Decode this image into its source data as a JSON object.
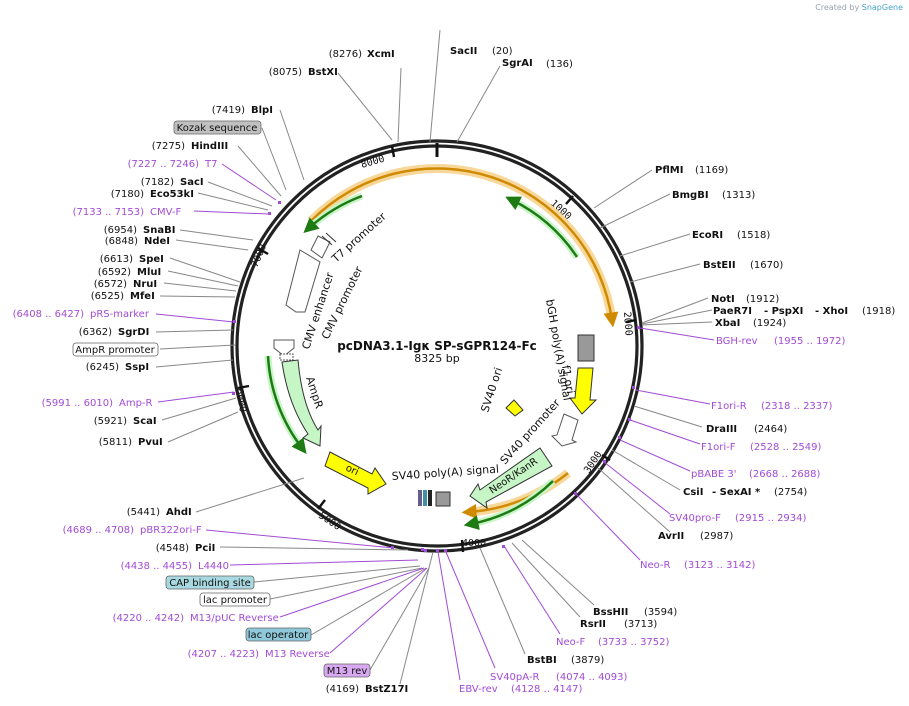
{
  "plasmid": {
    "name": "pcDNA3.1-Igκ SP-sGPR124-Fc",
    "size_label": "8325 bp",
    "length": 8325,
    "credit_prefix": "Created by",
    "credit_brand": "SnapGene"
  },
  "ruler": [
    "1000",
    "2000",
    "3000",
    "4000",
    "5000",
    "6000",
    "7000",
    "8000"
  ],
  "features": [
    {
      "label": "CMV enhancer",
      "type": "enhancer",
      "color": "#ffffff"
    },
    {
      "label": "CMV promoter",
      "type": "promoter",
      "color": "#ffffff"
    },
    {
      "label": "T7 promoter",
      "type": "promoter",
      "color": "#ffffff"
    },
    {
      "label": "bGH poly(A) signal",
      "type": "polyA",
      "color": "#999999"
    },
    {
      "label": "f1 ori",
      "type": "ori",
      "color": "#ffff00"
    },
    {
      "label": "SV40 promoter",
      "type": "promoter",
      "color": "#ffffff"
    },
    {
      "label": "SV40 ori",
      "type": "ori",
      "color": "#ffff00"
    },
    {
      "label": "NeoR/KanR",
      "type": "cds",
      "color": "#c6f5c6"
    },
    {
      "label": "SV40 poly(A) signal",
      "type": "polyA",
      "color": "#999999"
    },
    {
      "label": "ori",
      "type": "ori",
      "color": "#ffff00"
    },
    {
      "label": "AmpR",
      "type": "cds",
      "color": "#c6f5c6"
    }
  ],
  "labels": [
    {
      "name": "XcmI",
      "pos": "(8276)",
      "kind": "enzyme"
    },
    {
      "name": "SacII",
      "pos": "(20)",
      "kind": "enzyme"
    },
    {
      "name": "SgrAI",
      "pos": "(136)",
      "kind": "enzyme"
    },
    {
      "name": "BstXI",
      "pos": "(8075)",
      "kind": "enzyme"
    },
    {
      "name": "BlpI",
      "pos": "(7419)",
      "kind": "enzyme"
    },
    {
      "name": "Kozak sequence",
      "pos": "",
      "kind": "box",
      "fill": "#c0c0c0"
    },
    {
      "name": "HindIII",
      "pos": "(7275)",
      "kind": "enzyme"
    },
    {
      "name": "T7",
      "pos": "(7227 .. 7246)",
      "kind": "primer"
    },
    {
      "name": "SacI",
      "pos": "(7182)",
      "kind": "enzyme"
    },
    {
      "name": "Eco53kI",
      "pos": "(7180)",
      "kind": "enzyme"
    },
    {
      "name": "CMV-F",
      "pos": "(7133 .. 7153)",
      "kind": "primer"
    },
    {
      "name": "SnaBI",
      "pos": "(6954)",
      "kind": "enzyme"
    },
    {
      "name": "NdeI",
      "pos": "(6848)",
      "kind": "enzyme"
    },
    {
      "name": "SpeI",
      "pos": "(6613)",
      "kind": "enzyme"
    },
    {
      "name": "MluI",
      "pos": "(6592)",
      "kind": "enzyme"
    },
    {
      "name": "NruI",
      "pos": "(6572)",
      "kind": "enzyme"
    },
    {
      "name": "MfeI",
      "pos": "(6525)",
      "kind": "enzyme"
    },
    {
      "name": "pRS-marker",
      "pos": "(6408 .. 6427)",
      "kind": "primer"
    },
    {
      "name": "SgrDI",
      "pos": "(6362)",
      "kind": "enzyme"
    },
    {
      "name": "AmpR promoter",
      "pos": "",
      "kind": "box",
      "fill": "#ffffff"
    },
    {
      "name": "SspI",
      "pos": "(6245)",
      "kind": "enzyme"
    },
    {
      "name": "Amp-R",
      "pos": "(5991 .. 6010)",
      "kind": "primer"
    },
    {
      "name": "ScaI",
      "pos": "(5921)",
      "kind": "enzyme"
    },
    {
      "name": "PvuI",
      "pos": "(5811)",
      "kind": "enzyme"
    },
    {
      "name": "AhdI",
      "pos": "(5441)",
      "kind": "enzyme"
    },
    {
      "name": "pBR322ori-F",
      "pos": "(4689 .. 4708)",
      "kind": "primer"
    },
    {
      "name": "PciI",
      "pos": "(4548)",
      "kind": "enzyme"
    },
    {
      "name": "L4440",
      "pos": "(4438 .. 4455)",
      "kind": "primer"
    },
    {
      "name": "CAP binding site",
      "pos": "",
      "kind": "box",
      "fill": "#a8d8e0"
    },
    {
      "name": "lac promoter",
      "pos": "",
      "kind": "box",
      "fill": "#ffffff"
    },
    {
      "name": "M13/pUC Reverse",
      "pos": "(4220 .. 4242)",
      "kind": "primer"
    },
    {
      "name": "lac operator",
      "pos": "",
      "kind": "box",
      "fill": "#8fc8d8"
    },
    {
      "name": "M13 Reverse",
      "pos": "(4207 .. 4223)",
      "kind": "primer"
    },
    {
      "name": "M13 rev",
      "pos": "",
      "kind": "box",
      "fill": "#d8a8f0"
    },
    {
      "name": "BstZ17I",
      "pos": "(4169)",
      "kind": "enzyme"
    },
    {
      "name": "EBV-rev",
      "pos": "(4128 .. 4147)",
      "kind": "primer"
    },
    {
      "name": "SV40pA-R",
      "pos": "(4074 .. 4093)",
      "kind": "primer"
    },
    {
      "name": "BstBI",
      "pos": "(3879)",
      "kind": "enzyme"
    },
    {
      "name": "Neo-F",
      "pos": "(3733 .. 3752)",
      "kind": "primer"
    },
    {
      "name": "RsrII",
      "pos": "(3713)",
      "kind": "enzyme"
    },
    {
      "name": "BssHII",
      "pos": "(3594)",
      "kind": "enzyme"
    },
    {
      "name": "Neo-R",
      "pos": "(3123 .. 3142)",
      "kind": "primer"
    },
    {
      "name": "AvrII",
      "pos": "(2987)",
      "kind": "enzyme"
    },
    {
      "name": "SV40pro-F",
      "pos": "(2915 .. 2934)",
      "kind": "primer"
    },
    {
      "name": "CsiI",
      "pos": "",
      "kind": "enzyme"
    },
    {
      "name": "- SexAI *",
      "pos": "(2754)",
      "kind": "enzyme"
    },
    {
      "name": "pBABE 3'",
      "pos": "(2668 .. 2688)",
      "kind": "primer"
    },
    {
      "name": "F1ori-F",
      "pos": "(2528 .. 2549)",
      "kind": "primer"
    },
    {
      "name": "DraIII",
      "pos": "(2464)",
      "kind": "enzyme"
    },
    {
      "name": "F1ori-R",
      "pos": "(2318 .. 2337)",
      "kind": "primer"
    },
    {
      "name": "BGH-rev",
      "pos": "(1955 .. 1972)",
      "kind": "primer"
    },
    {
      "name": "XbaI",
      "pos": "(1924)",
      "kind": "enzyme"
    },
    {
      "name": "PaeR7I",
      "pos": "",
      "kind": "enzyme"
    },
    {
      "name": "- PspXI",
      "pos": "",
      "kind": "enzyme"
    },
    {
      "name": "- XhoI",
      "pos": "(1918)",
      "kind": "enzyme"
    },
    {
      "name": "NotI",
      "pos": "(1912)",
      "kind": "enzyme"
    },
    {
      "name": "BstEII",
      "pos": "(1670)",
      "kind": "enzyme"
    },
    {
      "name": "EcoRI",
      "pos": "(1518)",
      "kind": "enzyme"
    },
    {
      "name": "BmgBI",
      "pos": "(1313)",
      "kind": "enzyme"
    },
    {
      "name": "PflMI",
      "pos": "(1169)",
      "kind": "enzyme"
    }
  ]
}
